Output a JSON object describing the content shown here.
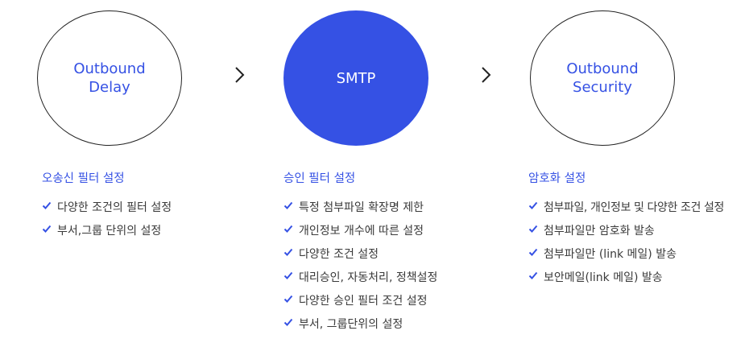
{
  "stages": [
    {
      "circle_label": "Outbound\nDelay",
      "heading": "오송신 필터 설정",
      "items": [
        "다양한 조건의 필터 설정",
        "부서,그룹 단위의  설정"
      ]
    },
    {
      "circle_label": "SMTP",
      "heading": "승인 필터 설정",
      "items": [
        "특정 첨부파일 확장명 제한",
        "개인정보 개수에 따른 설정",
        "다양한 조건 설정",
        "대리승인, 자동처리, 정책설정",
        "다양한 승인 필터 조건 설정",
        "부서, 그룹단위의 설정"
      ]
    },
    {
      "circle_label": "Outbound\nSecurity",
      "heading": "암호화 설정",
      "items": [
        "첨부파일, 개인정보 및 다양한 조건 설정",
        "첨부파일만 암호화 발송",
        "첨부파일만 (link 메일) 발송",
        "보안메일(link 메일) 발송"
      ]
    }
  ],
  "colors": {
    "accent": "#3551e4",
    "text": "#3a3a3a",
    "outline": "#222222"
  },
  "icons": {
    "arrow": "chevron-right-icon",
    "bullet": "check-icon"
  }
}
